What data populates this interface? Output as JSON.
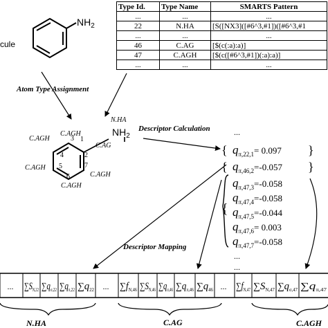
{
  "molecule": {
    "label_fragment": "cule",
    "nh2": "NH",
    "nh2_sub": "2"
  },
  "type_table": {
    "headers": [
      "Type Id.",
      "Type Name",
      "SMARTS Pattern"
    ],
    "rows": [
      [
        "...",
        "...",
        "..."
      ],
      [
        "22",
        "N.HA",
        "[S([NX3]([#6^3,#1])([#6^3,#1"
      ],
      [
        "...",
        "...",
        "..."
      ],
      [
        "46",
        "C.AG",
        "[$(c(:a):a)]"
      ],
      [
        "47",
        "C.AGH",
        "[$(c([#6^3,#1])(:a):a)]"
      ],
      [
        "...",
        "...",
        "..."
      ]
    ]
  },
  "arrows": {
    "atom_type_assignment": "Atom Type Assignment",
    "descriptor_calculation": "Descriptor Calculation",
    "descriptor_mapping": "Descriptor Mapping"
  },
  "typed_molecule": {
    "nha": "N.HA",
    "nh2": "NH",
    "nh2_sub": "2",
    "ring_numbers": [
      "1",
      "2",
      "3",
      "4",
      "5",
      "6",
      "7"
    ],
    "atom_labels": [
      "C.AGH",
      "C.AGH",
      "C.AGH",
      "C.AGH",
      "C.AGH",
      "C.AG"
    ]
  },
  "descriptors": {
    "top_ellipsis": "...",
    "rows": [
      {
        "sub": "π,22,1",
        "eq": "= 0.097"
      },
      {
        "sub": "π,46,2",
        "eq": "=-0.057"
      },
      {
        "sub": "π,47,3",
        "eq": "=-0.058"
      },
      {
        "sub": "π,47,4",
        "eq": "=-0.058"
      },
      {
        "sub": "π,47,5",
        "eq": "=-0.044"
      },
      {
        "sub": "π,47,6",
        "eq": "= 0.003"
      },
      {
        "sub": "π,47,7",
        "eq": "=-0.058"
      }
    ],
    "bottom_ellipsis": [
      "...",
      "..."
    ]
  },
  "vector": {
    "cells": [
      {
        "type": "ellipsis",
        "text": "..."
      },
      {
        "type": "sum",
        "main": "S",
        "sub": "N,22"
      },
      {
        "type": "sum",
        "main": "q",
        "sub": "σ,22"
      },
      {
        "type": "sum",
        "main": "q",
        "sub": "π,22"
      },
      {
        "type": "sum",
        "main": "q",
        "sub": "22"
      },
      {
        "type": "ellipsis",
        "text": "..."
      },
      {
        "type": "sum",
        "main": "f",
        "sub": "N,46"
      },
      {
        "type": "sum",
        "main": "S",
        "sub": "N,46"
      },
      {
        "type": "sum",
        "main": "q",
        "sub": "σ,46"
      },
      {
        "type": "sum",
        "main": "q",
        "sub": "π,46"
      },
      {
        "type": "sum",
        "main": "q",
        "sub": "46"
      },
      {
        "type": "ellipsis",
        "text": "..."
      },
      {
        "type": "sum",
        "main": "f",
        "sub": "N,47"
      },
      {
        "type": "sum",
        "main": "S",
        "sub": "N,47"
      },
      {
        "type": "sum",
        "main": "q",
        "sub": "σ,47"
      },
      {
        "type": "sum",
        "main": "q",
        "sub": "π,47"
      }
    ],
    "group_labels": [
      "N.HA",
      "C.AG",
      "C.AGH"
    ]
  }
}
